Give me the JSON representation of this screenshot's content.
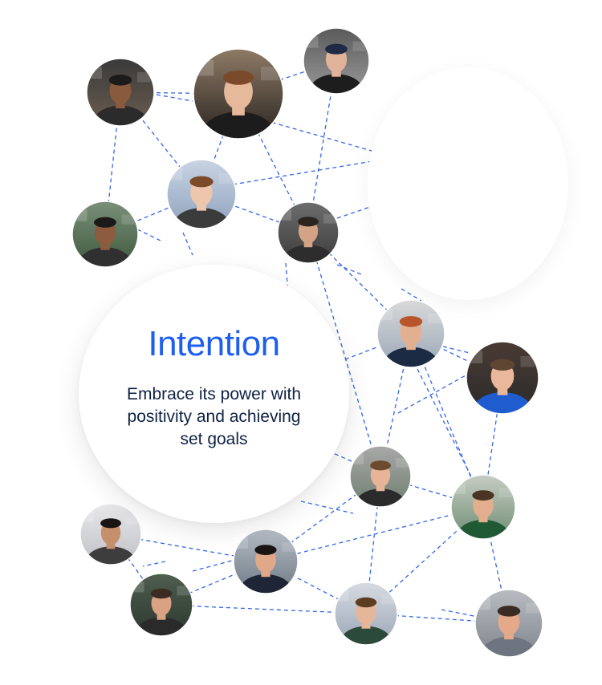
{
  "card": {
    "title": "Intention",
    "subtitle_lines": [
      "Embrace its power with",
      "positivity and achieving",
      "set goals"
    ]
  },
  "colors": {
    "title": "#1f5ff0",
    "text": "#0f2244",
    "link": "#3566e6"
  },
  "avatars": [
    {
      "id": "p1",
      "label": "person in black cap with gold chain",
      "icon": "person-avatar"
    },
    {
      "id": "p2",
      "label": "smiling young man in black polo",
      "icon": "person-avatar"
    },
    {
      "id": "p3",
      "label": "man in navy bluon cap",
      "icon": "person-avatar"
    },
    {
      "id": "p4",
      "label": "woman with long brown hair",
      "icon": "person-avatar"
    },
    {
      "id": "p5",
      "label": "man with glasses and beard",
      "icon": "person-avatar"
    },
    {
      "id": "p6",
      "label": "man with dark beard",
      "icon": "person-avatar"
    },
    {
      "id": "p7",
      "label": "man with red beard in navy polo",
      "icon": "person-avatar"
    },
    {
      "id": "p8",
      "label": "man in blue polo",
      "icon": "person-avatar"
    },
    {
      "id": "p9",
      "label": "man with short hair smiling",
      "icon": "person-avatar"
    },
    {
      "id": "p10",
      "label": "man in green polo",
      "icon": "person-avatar"
    },
    {
      "id": "p11",
      "label": "woman with long dark hair",
      "icon": "person-avatar"
    },
    {
      "id": "p12",
      "label": "woman with dark wavy hair",
      "icon": "person-avatar"
    },
    {
      "id": "p13",
      "label": "bald man with beard",
      "icon": "person-avatar"
    },
    {
      "id": "p14",
      "label": "woman with brown hair in green top",
      "icon": "person-avatar"
    },
    {
      "id": "p15",
      "label": "man with glasses in gray shirt",
      "icon": "person-avatar"
    }
  ]
}
